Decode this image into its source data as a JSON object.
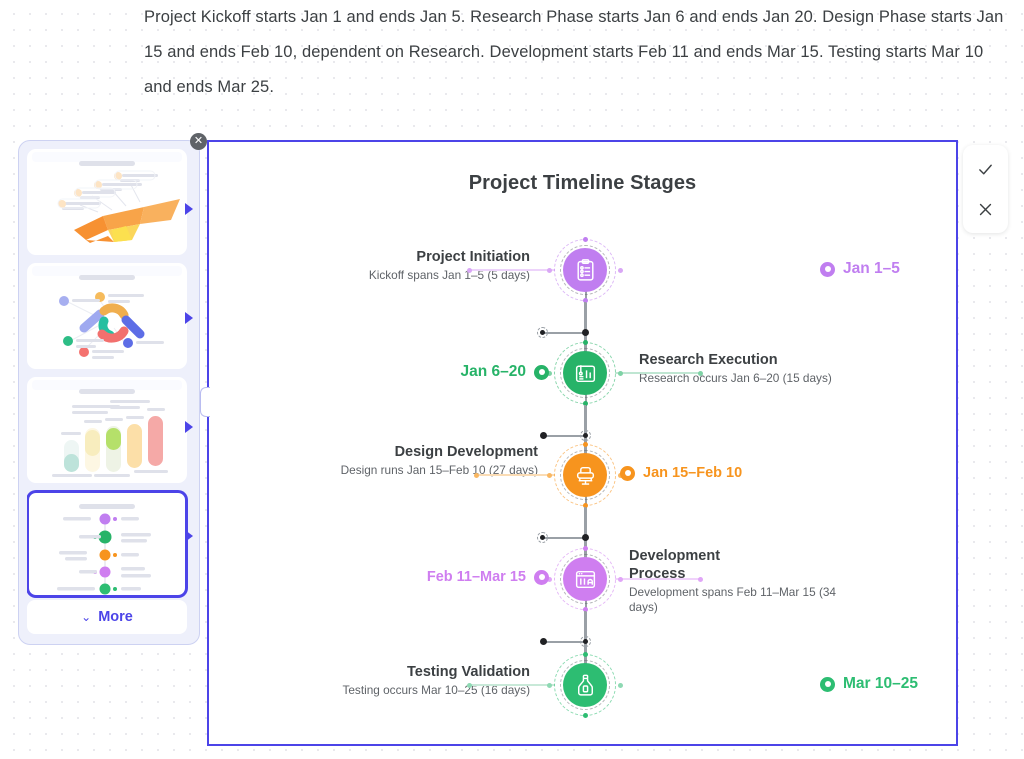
{
  "prompt": {
    "text": "Project Kickoff starts Jan 1 and ends Jan 5. Research Phase starts Jan 6 and ends Jan 20. Design Phase starts Jan 15 and ends Feb 10, dependent on Research. Development starts Feb 11 and ends Mar 15. Testing starts Mar 10 and ends Mar 25."
  },
  "sidebar": {
    "close_label": "✕",
    "more_label": "More",
    "more_chevron": "⌄",
    "thumbnails": [
      {
        "name": "funnel-chart-template",
        "selected": false,
        "kind": "funnel"
      },
      {
        "name": "process-loop-template",
        "selected": false,
        "kind": "loop"
      },
      {
        "name": "bar-chart-template",
        "selected": false,
        "kind": "bars"
      },
      {
        "name": "vertical-timeline-template",
        "selected": true,
        "kind": "timeline"
      }
    ]
  },
  "actions": {
    "accept_label": "accept-check",
    "reject_label": "reject-cross"
  },
  "chart_data": {
    "type": "timeline",
    "title": "Project Timeline Stages",
    "orientation": "vertical",
    "stages": [
      {
        "name": "Project Initiation",
        "description": "Kickoff spans Jan 1–5 (5 days)",
        "date_label": "Jan 1–5",
        "start": "Jan 1",
        "end": "Jan 5",
        "duration_days": 5,
        "color": "#c07ef0",
        "text_side": "left",
        "icon": "clipboard-checklist-icon"
      },
      {
        "name": "Research Execution",
        "description": "Research occurs Jan 6–20 (15 days)",
        "date_label": "Jan 6–20",
        "start": "Jan 6",
        "end": "Jan 20",
        "duration_days": 15,
        "color": "#27b368",
        "text_side": "right",
        "icon": "research-document-icon"
      },
      {
        "name": "Design Development",
        "description": "Design runs Jan 15–Feb 10 (27 days)",
        "date_label": "Jan 15–Feb 10",
        "start": "Jan 15",
        "end": "Feb 10",
        "duration_days": 27,
        "color": "#f7941e",
        "text_side": "left",
        "icon": "armchair-design-icon"
      },
      {
        "name": "Development Process",
        "description": "Development spans Feb 11–Mar 15 (34 days)",
        "date_label": "Feb 11–Mar 15",
        "start": "Feb 11",
        "end": "Mar 15",
        "duration_days": 34,
        "color": "#cf7ef0",
        "text_side": "right",
        "icon": "browser-window-icon"
      },
      {
        "name": "Testing Validation",
        "description": "Testing occurs Mar 10–25 (16 days)",
        "date_label": "Mar 10–25",
        "start": "Mar 10",
        "end": "Mar 25",
        "duration_days": 16,
        "color": "#2dbd72",
        "text_side": "left",
        "icon": "flask-bottle-icon"
      }
    ]
  },
  "colors": {
    "accent": "#4c44e8",
    "panel_border": "#4c44e8",
    "text_primary": "#3c4043",
    "text_secondary": "#5f6368"
  }
}
